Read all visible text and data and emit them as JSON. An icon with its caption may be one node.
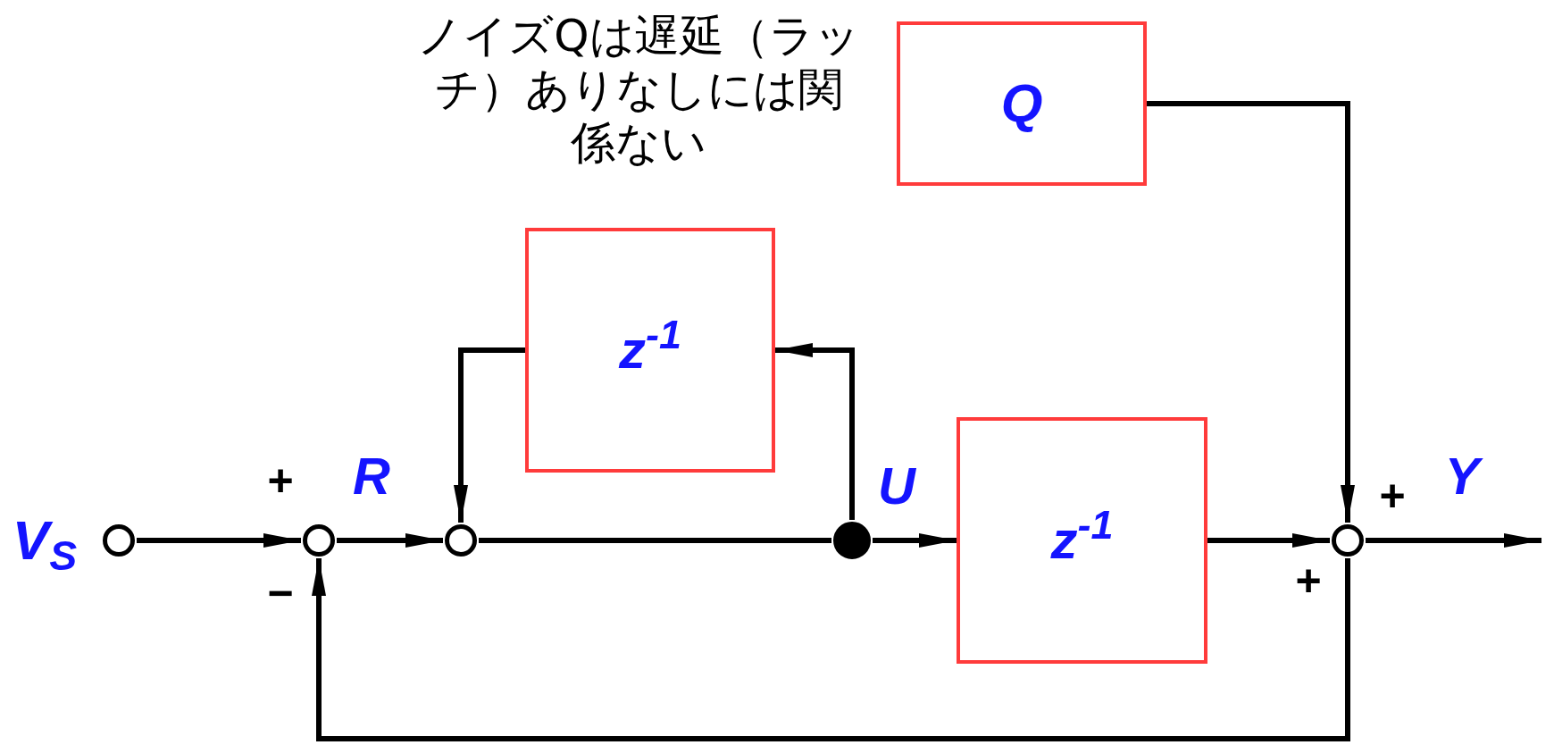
{
  "diagram": {
    "nodes": [
      {
        "text": [],
        "shape": "circle",
        "beside": [
          "V$_{S}$"
        ]
      },
      {
        "text": [],
        "shape": "circle"
      },
      {
        "text": [],
        "shape": "circle"
      },
      {
        "text": [],
        "shape": "dot"
      },
      {
        "text": [
          "z$^{-1}$"
        ]
      },
      {
        "text": [
          "z$^{-1}$"
        ]
      },
      {
        "text": [
          "Q"
        ]
      },
      {
        "text": [],
        "shape": "circle"
      }
    ],
    "edges": [
      {
        "from": 0,
        "to": 1,
        "arrow": "to"
      },
      {
        "from": 1,
        "to": 2,
        "arrow": "to",
        "label": "R"
      },
      {
        "from": 2,
        "to": 3,
        "arrow": "none"
      },
      {
        "from": 3,
        "to": 5,
        "arrow": "to",
        "label": "U"
      },
      {
        "from": 3,
        "to": 4,
        "arrow": "to"
      },
      {
        "from": 4,
        "to": 2,
        "arrow": "to"
      },
      {
        "from": 5,
        "to": 7,
        "arrow": "to"
      },
      {
        "from": 6,
        "to": 7,
        "arrow": "to"
      },
      {
        "from": 7,
        "to": null,
        "arrow": "to",
        "label": "Y"
      },
      {
        "from": 7,
        "to": 1,
        "arrow": "to"
      }
    ],
    "labels": [
      "ノイズQは遅延（ラッチ）ありなしには関係ない",
      "+",
      "−",
      "+",
      "+"
    ]
  }
}
